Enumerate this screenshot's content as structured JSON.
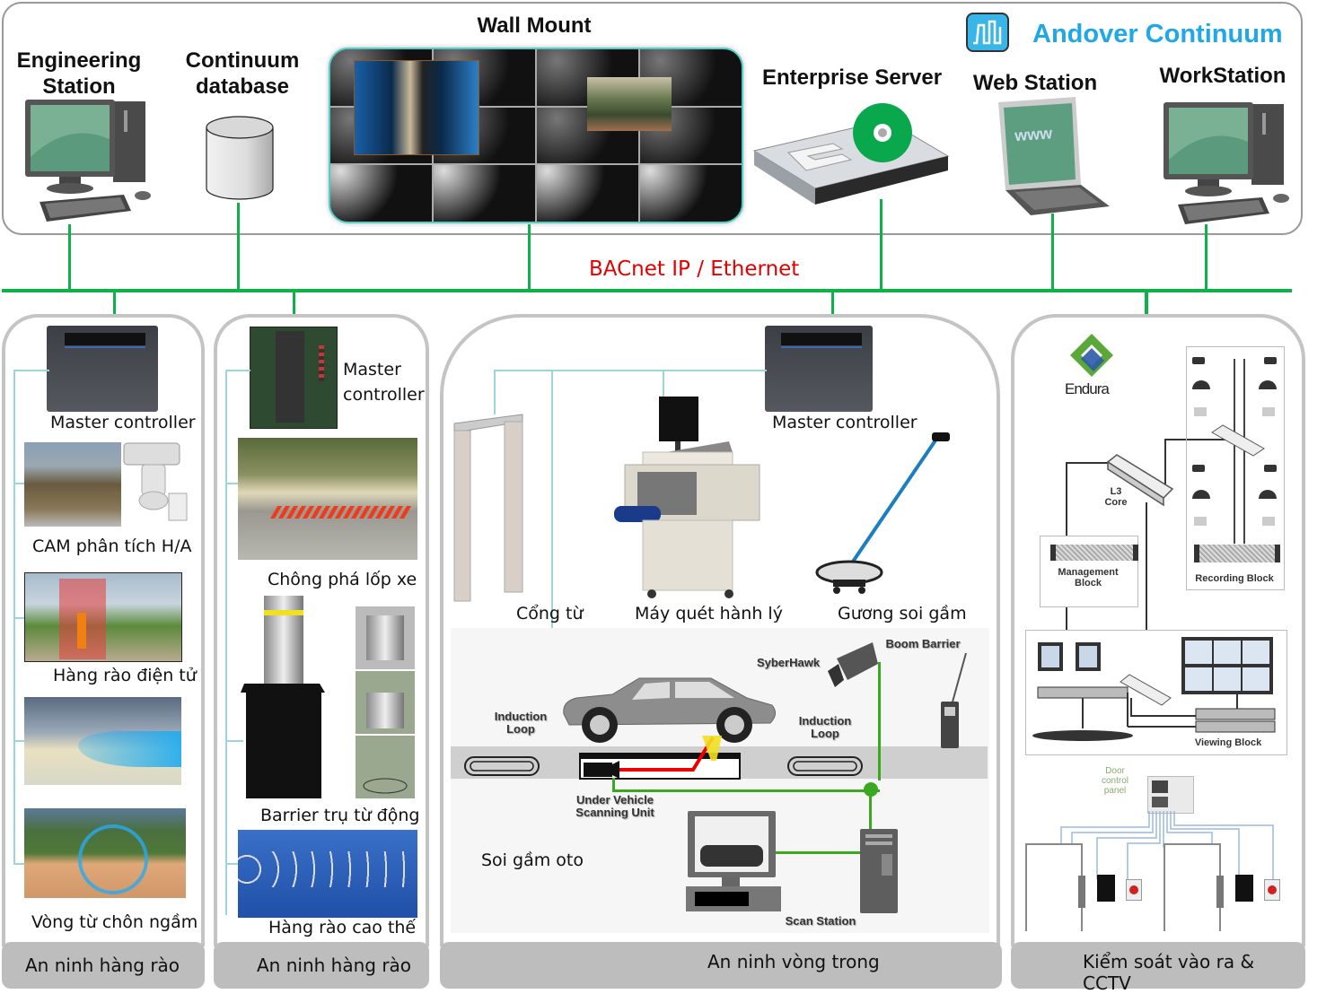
{
  "brand": {
    "name": "Andover Continuum",
    "icon": "andover-logo-icon",
    "color": "#1fa8e6"
  },
  "top_devices": [
    {
      "label": "Engineering Station",
      "line1": "Engineering",
      "line2": "Station",
      "icon": "desktop-computer-icon"
    },
    {
      "label": "Continuum database",
      "line1": "Continuum",
      "line2": "database",
      "icon": "database-cylinder-icon"
    },
    {
      "label": "Wall Mount",
      "icon": "video-wall-icon"
    },
    {
      "label": "Enterprise Server",
      "icon": "rack-server-icon"
    },
    {
      "label": "Web Station",
      "icon": "laptop-www-icon",
      "screen_text": "www"
    },
    {
      "label": "WorkStation",
      "icon": "desktop-computer-icon"
    }
  ],
  "network": {
    "label": "BACnet IP / Ethernet",
    "line_color": "#0fb14a",
    "label_color": "#e30000"
  },
  "zones": [
    {
      "id": "perimeter-1",
      "footer": "An ninh hàng rào",
      "controller": "Master controller",
      "items": [
        "CAM phân tích H/A",
        "Hàng rào điện tử",
        "Vòng từ chôn ngầm"
      ]
    },
    {
      "id": "perimeter-2",
      "footer": "An ninh hàng rào",
      "controller_line1": "Master",
      "controller_line2": "controller",
      "items": [
        "Chông phá lốp xe",
        "Barrier trụ từ động",
        "Hàng rào cao thế"
      ]
    },
    {
      "id": "inner",
      "footer": "An ninh vòng trong",
      "controller": "Master controller",
      "items": [
        "Cổng từ",
        "Máy quét hành lý",
        "Gương soi gầm",
        "Soi gầm oto"
      ],
      "uvss": {
        "induction_loop_1": [
          "Induction",
          "Loop"
        ],
        "induction_loop_2": [
          "Induction",
          "Loop"
        ],
        "camera": "SyberHawk",
        "boom": "Boom Barrier",
        "scanner_line1": "Under Vehicle",
        "scanner_line2": "Scanning Unit",
        "station": "Scan Station"
      }
    },
    {
      "id": "access-cctv",
      "footer": "Kiểm soát vào ra & CCTV",
      "endura": "Endura",
      "core_line1": "L3",
      "core_line2": "Core",
      "mgmt_line1": "Management",
      "mgmt_line2": "Block",
      "recording": "Recording Block",
      "viewing": "Viewing Block",
      "door_line1": "Door",
      "door_line2": "control",
      "door_line3": "panel"
    }
  ]
}
